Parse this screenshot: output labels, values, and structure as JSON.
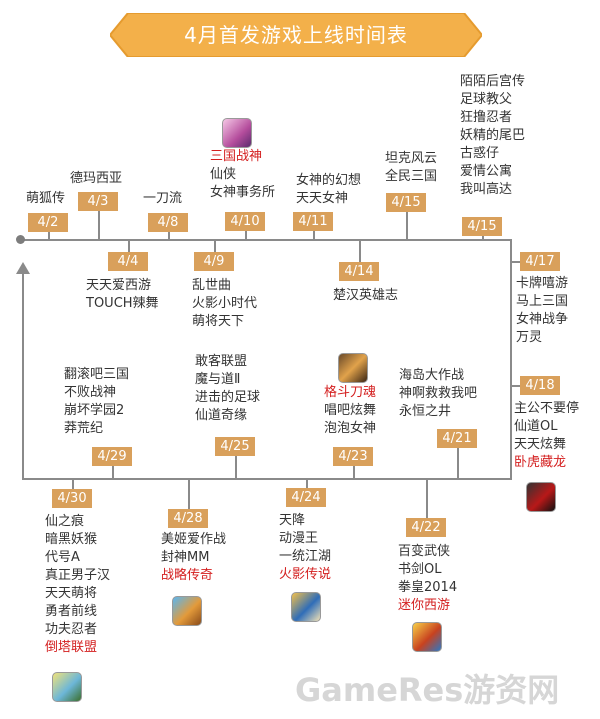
{
  "title": "4月首发游戏上线时间表",
  "watermark": "GameRes游资网",
  "colors": {
    "banner": "#f3b04a",
    "date_badge": "#d9a05b",
    "line": "#8a8a8a",
    "highlight": "#d42020"
  },
  "timeline": [
    {
      "date": "4/2",
      "games": [
        {
          "name": "萌狐传"
        }
      ]
    },
    {
      "date": "4/3",
      "games": [
        {
          "name": "德玛西亚"
        }
      ]
    },
    {
      "date": "4/8",
      "games": [
        {
          "name": "一刀流"
        }
      ]
    },
    {
      "date": "4/10",
      "icon": "sanguo-zhanshen-game-icon",
      "games": [
        {
          "name": "三国战神",
          "highlight": true
        },
        {
          "name": "仙侠"
        },
        {
          "name": "女神事务所"
        }
      ]
    },
    {
      "date": "4/11",
      "games": [
        {
          "name": "女神的幻想"
        },
        {
          "name": "天天女神"
        }
      ]
    },
    {
      "date": "4/15",
      "games": [
        {
          "name": "坦克风云"
        },
        {
          "name": "全民三国"
        }
      ]
    },
    {
      "date": "4/15",
      "games": [
        {
          "name": "陌陌后宫传"
        },
        {
          "name": "足球教父"
        },
        {
          "name": "狂撸忍者"
        },
        {
          "name": "妖精的尾巴"
        },
        {
          "name": "古惑仔"
        },
        {
          "name": "爱情公寓"
        },
        {
          "name": "我叫高达"
        }
      ]
    },
    {
      "date": "4/4",
      "games": [
        {
          "name": "天天爱西游"
        },
        {
          "name": "TOUCH辣舞"
        }
      ]
    },
    {
      "date": "4/9",
      "games": [
        {
          "name": "乱世曲"
        },
        {
          "name": "火影小时代"
        },
        {
          "name": "萌将天下"
        }
      ]
    },
    {
      "date": "4/14",
      "games": [
        {
          "name": "楚汉英雄志"
        }
      ]
    },
    {
      "date": "4/17",
      "games": [
        {
          "name": "卡牌嘻游"
        },
        {
          "name": "马上三国"
        },
        {
          "name": "女神战争"
        },
        {
          "name": "万灵"
        }
      ]
    },
    {
      "date": "4/18",
      "icon": "wohu-zanglong-game-icon",
      "games": [
        {
          "name": "主公不要停"
        },
        {
          "name": "仙道OL"
        },
        {
          "name": "天天炫舞"
        },
        {
          "name": "卧虎藏龙",
          "highlight": true
        }
      ]
    },
    {
      "date": "4/21",
      "games": [
        {
          "name": "海岛大作战"
        },
        {
          "name": "神啊救救我吧"
        },
        {
          "name": "永恒之井"
        }
      ]
    },
    {
      "date": "4/23",
      "icon": "gedou-daohun-game-icon",
      "games": [
        {
          "name": "格斗刀魂",
          "highlight": true
        },
        {
          "name": "唱吧炫舞"
        },
        {
          "name": "泡泡女神"
        }
      ]
    },
    {
      "date": "4/25",
      "games": [
        {
          "name": "敢客联盟"
        },
        {
          "name": "魔与道Ⅱ"
        },
        {
          "name": "进击的足球"
        },
        {
          "name": "仙道奇缘"
        }
      ]
    },
    {
      "date": "4/29",
      "games": [
        {
          "name": "翻滚吧三国"
        },
        {
          "name": "不败战神"
        },
        {
          "name": "崩坏学园2"
        },
        {
          "name": "莽荒纪"
        }
      ]
    },
    {
      "date": "4/30",
      "icon": "daota-lianmeng-game-icon",
      "games": [
        {
          "name": "仙之痕"
        },
        {
          "name": "暗黑妖猴"
        },
        {
          "name": "代号A"
        },
        {
          "name": "真正男子汉"
        },
        {
          "name": "天天萌将"
        },
        {
          "name": "勇者前线"
        },
        {
          "name": "功夫忍者"
        },
        {
          "name": "倒塔联盟",
          "highlight": true
        }
      ]
    },
    {
      "date": "4/28",
      "icon": "zhanlue-chuanqi-game-icon",
      "games": [
        {
          "name": "美姬爱作战"
        },
        {
          "name": "封神MM"
        },
        {
          "name": "战略传奇",
          "highlight": true
        }
      ]
    },
    {
      "date": "4/24",
      "icon": "huoying-chuanshuo-game-icon",
      "games": [
        {
          "name": "天降"
        },
        {
          "name": "动漫王"
        },
        {
          "name": "一统江湖"
        },
        {
          "name": "火影传说",
          "highlight": true
        }
      ]
    },
    {
      "date": "4/22",
      "icon": "mini-xiyou-game-icon",
      "games": [
        {
          "name": "百变武侠"
        },
        {
          "name": "书剑OL"
        },
        {
          "name": "拳皇2014"
        },
        {
          "name": "迷你西游",
          "highlight": true
        }
      ]
    }
  ]
}
